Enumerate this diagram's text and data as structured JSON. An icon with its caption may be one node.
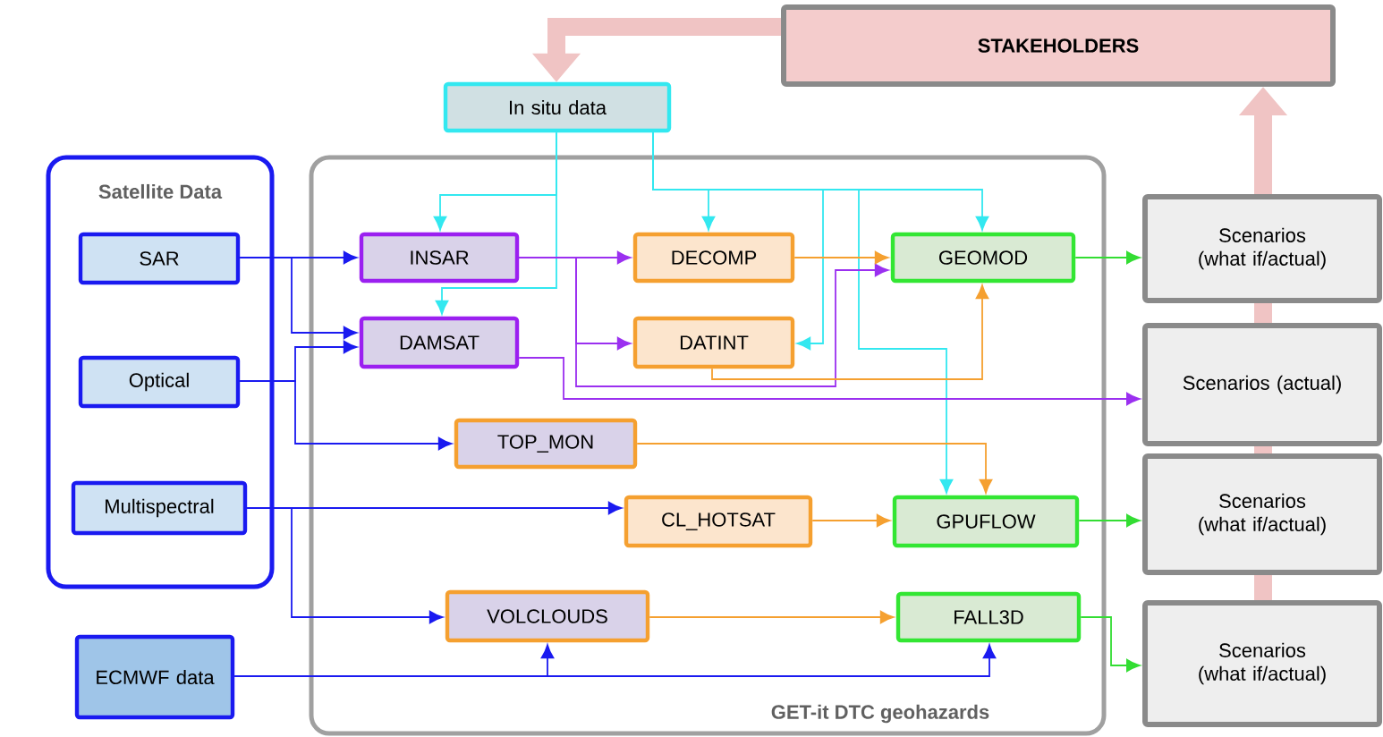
{
  "diagram": {
    "nodes": [
      {
        "text": [
          "Satellite Data"
        ]
      },
      {
        "text": [
          "SAR"
        ],
        "in": 0
      },
      {
        "text": [
          "Optical"
        ],
        "in": 0
      },
      {
        "text": [
          "Multispectral"
        ],
        "in": 0
      },
      {
        "text": [
          "ECMWF data"
        ]
      },
      {
        "text": [
          "In situ data"
        ]
      },
      {
        "text": [
          "GET-it DTC geohazards"
        ]
      },
      {
        "text": [
          "INSAR"
        ],
        "in": 6
      },
      {
        "text": [
          "DAMSAT"
        ],
        "in": 6
      },
      {
        "text": [
          "DECOMP"
        ],
        "in": 6
      },
      {
        "text": [
          "DATINT"
        ],
        "in": 6
      },
      {
        "text": [
          "GEOMOD"
        ],
        "in": 6
      },
      {
        "text": [
          "TOP_MON"
        ],
        "in": 6
      },
      {
        "text": [
          "CL_HOTSAT"
        ],
        "in": 6
      },
      {
        "text": [
          "GPUFLOW"
        ],
        "in": 6
      },
      {
        "text": [
          "VOLCLOUDS"
        ],
        "in": 6
      },
      {
        "text": [
          "FALL3D"
        ],
        "in": 6
      },
      {
        "text": [
          "STAKEHOLDERS"
        ]
      },
      {
        "text": [
          "Scenarios (what if/actual)"
        ]
      },
      {
        "text": [
          "Scenarios (actual)"
        ]
      },
      {
        "text": [
          "Scenarios (what if/actual)"
        ]
      },
      {
        "text": [
          "Scenarios (what if/actual)"
        ]
      }
    ],
    "edges": [
      {
        "from": 1,
        "to": 7,
        "arrow": "to"
      },
      {
        "from": 1,
        "to": 8,
        "arrow": "to"
      },
      {
        "from": 2,
        "to": 8,
        "arrow": "to"
      },
      {
        "from": 2,
        "to": 12,
        "arrow": "to"
      },
      {
        "from": 3,
        "to": 13,
        "arrow": "to"
      },
      {
        "from": 3,
        "to": 15,
        "arrow": "to"
      },
      {
        "from": 4,
        "to": 15,
        "arrow": "to"
      },
      {
        "from": 4,
        "to": 16,
        "arrow": "to"
      },
      {
        "from": 5,
        "to": 7,
        "arrow": "to",
        "color": "#33e8f0"
      },
      {
        "from": 5,
        "to": 8,
        "arrow": "to",
        "color": "#33e8f0"
      },
      {
        "from": 5,
        "to": 9,
        "arrow": "to",
        "color": "#33e8f0"
      },
      {
        "from": 5,
        "to": 10,
        "arrow": "to",
        "color": "#33e8f0"
      },
      {
        "from": 5,
        "to": 11,
        "arrow": "to",
        "color": "#33e8f0"
      },
      {
        "from": 5,
        "to": 14,
        "arrow": "to",
        "color": "#33e8f0"
      },
      {
        "from": 7,
        "to": 9,
        "arrow": "to",
        "color": "#9b30f0"
      },
      {
        "from": 7,
        "to": 10,
        "arrow": "to",
        "color": "#9b30f0"
      },
      {
        "from": 7,
        "to": 11,
        "arrow": "to",
        "color": "#9b30f0"
      },
      {
        "from": 8,
        "to": 19,
        "arrow": "to",
        "color": "#9b30f0"
      },
      {
        "from": 9,
        "to": 11,
        "arrow": "to",
        "color": "#f5a030"
      },
      {
        "from": 10,
        "to": 11,
        "arrow": "to",
        "color": "#f5a030"
      },
      {
        "from": 12,
        "to": 14,
        "arrow": "to",
        "color": "#f5a030"
      },
      {
        "from": 13,
        "to": 14,
        "arrow": "to",
        "color": "#f5a030"
      },
      {
        "from": 15,
        "to": 16,
        "arrow": "to",
        "color": "#f5a030"
      },
      {
        "from": 11,
        "to": 18,
        "arrow": "to",
        "color": "#33dd33"
      },
      {
        "from": 14,
        "to": 20,
        "arrow": "to",
        "color": "#33dd33"
      },
      {
        "from": 16,
        "to": 21,
        "arrow": "to",
        "color": "#33dd33"
      },
      {
        "from": 17,
        "to": 5,
        "arrow": "to",
        "style": "thick",
        "color": "#f0c4c4"
      },
      {
        "from": 18,
        "to": 17,
        "arrow": "to",
        "style": "thick",
        "color": "#f0c4c4"
      },
      {
        "from": 18,
        "to": 19,
        "arrow": "none",
        "style": "thick",
        "color": "#f0c4c4"
      },
      {
        "from": 19,
        "to": 20,
        "arrow": "none",
        "style": "thick",
        "color": "#f0c4c4"
      },
      {
        "from": 20,
        "to": 21,
        "arrow": "none",
        "style": "thick",
        "color": "#f0c4c4"
      }
    ]
  }
}
